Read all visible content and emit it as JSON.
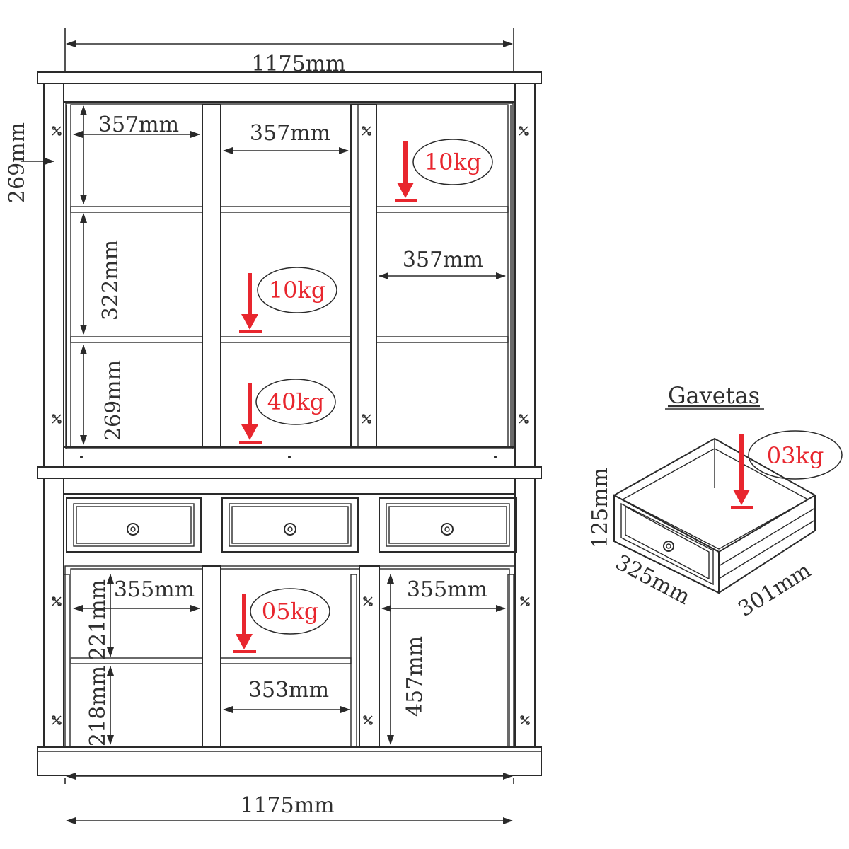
{
  "colors": {
    "ink": "#2a2a2a",
    "load": "#e8262e",
    "background": "#ffffff"
  },
  "cabinet": {
    "width_top": "1175mm",
    "width_bottom": "1175mm",
    "upper_left_width": "357mm",
    "upper_center_width": "357mm",
    "upper_right_width": "357mm",
    "side_height_label": "269mm",
    "upper_left_top_height": "322mm",
    "upper_left_bottom_height": "269mm",
    "lower_left_width": "355mm",
    "lower_right_width": "355mm",
    "lower_center_width": "353mm",
    "lower_left_top_height": "221mm",
    "lower_left_bottom_height": "218mm",
    "lower_right_height": "457mm"
  },
  "loads": {
    "upper_right": "10kg",
    "upper_center": "10kg",
    "upper_bottom_center": "40kg",
    "lower_center": "05kg",
    "drawer": "03kg"
  },
  "drawer": {
    "title": "Gavetas",
    "height": "125mm",
    "depth": "325mm",
    "width": "301mm"
  }
}
